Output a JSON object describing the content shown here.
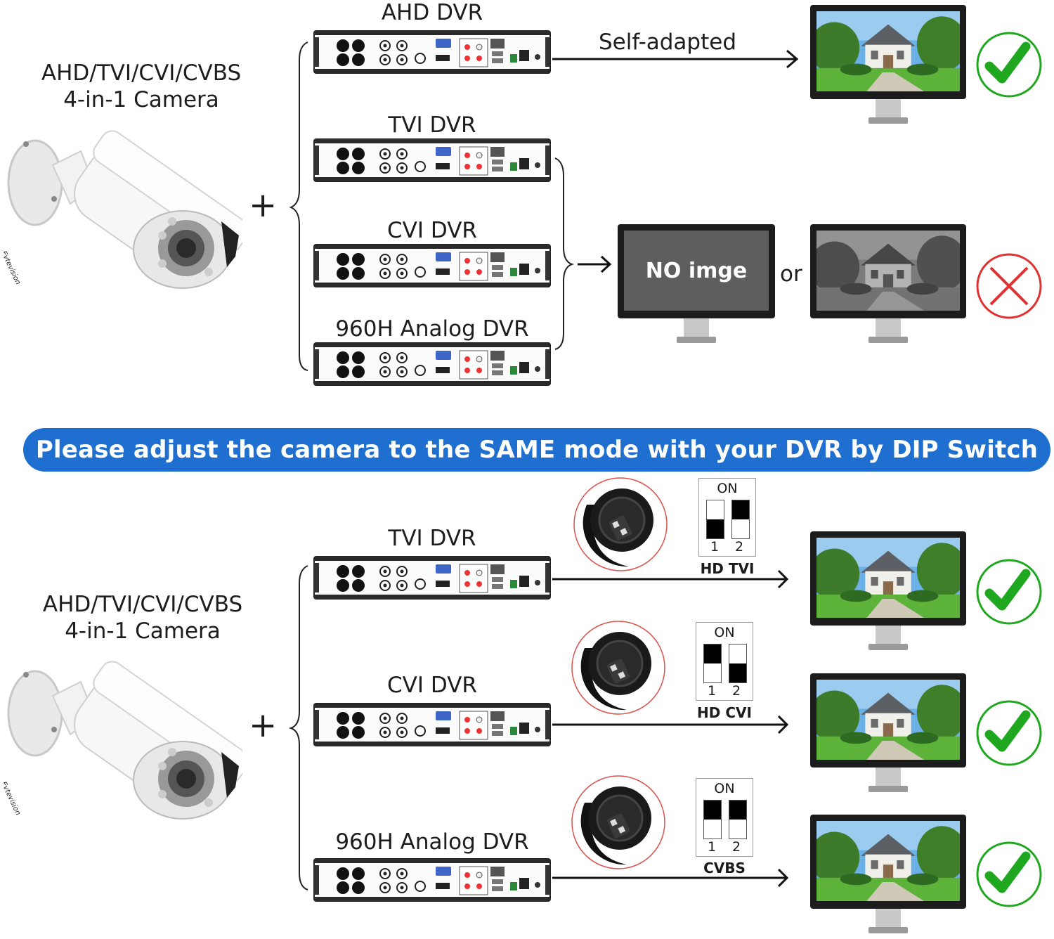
{
  "top": {
    "camera_label_line1": "AHD/TVI/CVI/CVBS",
    "camera_label_line2": "4-in-1 Camera",
    "camera_brand": "Evtevision",
    "plus": "+",
    "dvrs": [
      "AHD DVR",
      "TVI DVR",
      "CVI DVR",
      "960H Analog DVR"
    ],
    "self_adapted": "Self-adapted",
    "no_image": "NO imge",
    "or": "or"
  },
  "banner": "Please adjust the camera to the SAME mode with your DVR by DIP Switch",
  "bottom": {
    "camera_label_line1": "AHD/TVI/CVI/CVBS",
    "camera_label_line2": "4-in-1 Camera",
    "camera_brand": "Evtevision",
    "plus": "+",
    "dvrs": [
      "TVI DVR",
      "CVI DVR",
      "960H Analog DVR"
    ],
    "switches": [
      {
        "on": "ON",
        "n1": "1",
        "n2": "2",
        "mode": "HD TVI"
      },
      {
        "on": "ON",
        "n1": "1",
        "n2": "2",
        "mode": "HD CVI"
      },
      {
        "on": "ON",
        "n1": "1",
        "n2": "2",
        "mode": "CVBS"
      }
    ]
  },
  "colors": {
    "banner": "#1f6fd1",
    "check": "#1fa81f",
    "cross": "#e03030"
  }
}
